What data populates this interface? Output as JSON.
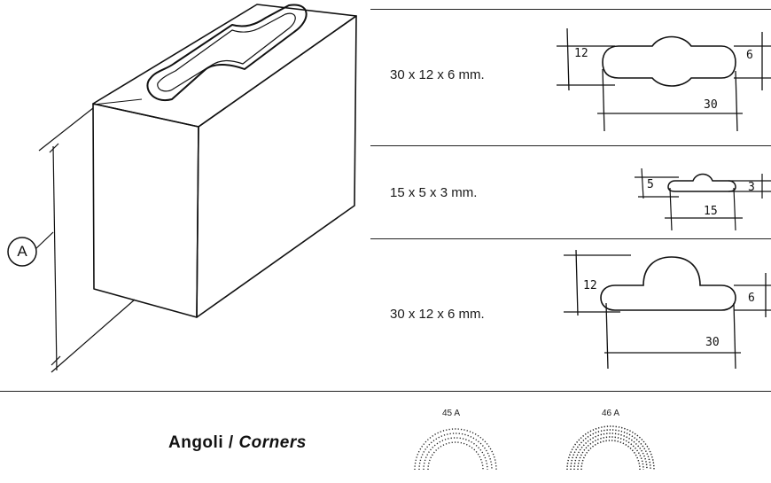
{
  "block_label": "A",
  "rows": [
    {
      "label": "30 x 12 x 6 mm.",
      "dims": {
        "height": "12",
        "end": "6",
        "length": "30"
      }
    },
    {
      "label": "15 x 5 x 3 mm.",
      "dims": {
        "height": "5",
        "end": "3",
        "length": "15"
      }
    },
    {
      "label": "30 x 12 x 6 mm.",
      "dims": {
        "height": "12",
        "end": "6",
        "length": "30"
      }
    }
  ],
  "corners": {
    "title_left": "Angoli /",
    "title_right": "Corners",
    "items": [
      {
        "code": "45 A"
      },
      {
        "code": "46 A"
      }
    ]
  }
}
